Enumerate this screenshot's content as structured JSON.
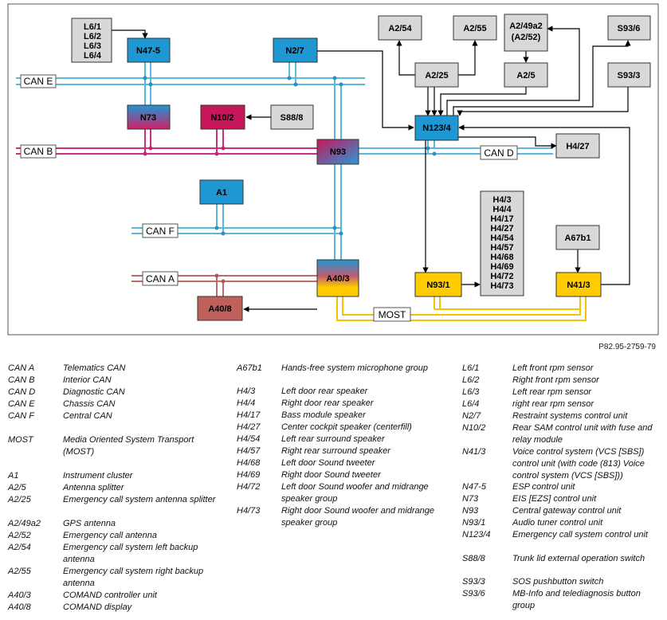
{
  "figure_ref": "P82.95-2759-79",
  "bus_labels": {
    "can_e": "CAN E",
    "can_b": "CAN B",
    "can_f": "CAN F",
    "can_a": "CAN A",
    "can_d": "CAN D",
    "most": "MOST"
  },
  "components": {
    "l6_group": [
      "L6/1",
      "L6/2",
      "L6/3",
      "L6/4"
    ],
    "n47_5": "N47-5",
    "n2_7": "N2/7",
    "a2_54": "A2/54",
    "a2_55": "A2/55",
    "a2_49a2": [
      "A2/49a2",
      "(A2/52)"
    ],
    "s93_6": "S93/6",
    "a2_25": "A2/25",
    "a2_5": "A2/5",
    "s93_3": "S93/3",
    "n73": "N73",
    "n10_2": "N10/2",
    "s88_8": "S88/8",
    "n123_4": "N123/4",
    "n93": "N93",
    "h4_27": "H4/27",
    "a1": "A1",
    "h4_group": [
      "H4/3",
      "H4/4",
      "H4/17",
      "H4/27",
      "H4/54",
      "H4/57",
      "H4/68",
      "H4/69",
      "H4/72",
      "H4/73"
    ],
    "a67b1": "A67b1",
    "a40_3": "A40/3",
    "a40_8": "A40/8",
    "n93_1": "N93/1",
    "n41_3": "N41/3"
  },
  "colors": {
    "can_e": "#5ab8d8",
    "can_b": "#cc2e7e",
    "can_f": "#5ab8d8",
    "can_a": "#c06a6a",
    "can_d": "#5ab8d8",
    "most": "#f0c400",
    "node_blue": "#1e97d2",
    "node_magenta": "#c8165a",
    "node_yellow": "#ffcc00",
    "node_red": "#c0605a",
    "node_gray": "#d8d8d8"
  },
  "legend": {
    "col1": [
      {
        "term": "CAN A",
        "desc": "Telematics CAN"
      },
      {
        "term": "CAN B",
        "desc": "Interior CAN"
      },
      {
        "term": "CAN D",
        "desc": "Diagnostic CAN"
      },
      {
        "term": "CAN E",
        "desc": "Chassis CAN"
      },
      {
        "term": "CAN F",
        "desc": "Central CAN"
      },
      {
        "term": "MOST",
        "desc": "Media Oriented System Transport (MOST)"
      },
      {
        "term": "A1",
        "desc": "Instrument cluster"
      },
      {
        "term": "A2/5",
        "desc": "Antenna splitter"
      },
      {
        "term": "A2/25",
        "desc": "Emergency call system antenna splitter"
      },
      {
        "term": "A2/49a2",
        "desc": "GPS antenna"
      },
      {
        "term": "A2/52",
        "desc": "Emergency call antenna"
      },
      {
        "term": "A2/54",
        "desc": "Emergency call system left backup antenna"
      },
      {
        "term": "A2/55",
        "desc": "Emergency call system right backup antenna"
      },
      {
        "term": "A40/3",
        "desc": "COMAND controller unit"
      },
      {
        "term": "A40/8",
        "desc": "COMAND display"
      }
    ],
    "col2": [
      {
        "term": "A67b1",
        "desc": "Hands-free system microphone group"
      },
      {
        "term": "H4/3",
        "desc": "Left door rear speaker"
      },
      {
        "term": "H4/4",
        "desc": "Right door rear speaker"
      },
      {
        "term": "H4/17",
        "desc": "Bass module speaker"
      },
      {
        "term": "H4/27",
        "desc": "Center cockpit speaker (centerfill)"
      },
      {
        "term": "H4/54",
        "desc": "Left rear surround speaker"
      },
      {
        "term": "H4/57",
        "desc": "Right rear surround speaker"
      },
      {
        "term": "H4/68",
        "desc": "Left door Sound tweeter"
      },
      {
        "term": "H4/69",
        "desc": "Right door Sound tweeter"
      },
      {
        "term": "H4/72",
        "desc": "Left door Sound woofer and midrange speaker group"
      },
      {
        "term": "H4/73",
        "desc": "Right door Sound woofer and midrange speaker group"
      }
    ],
    "col3": [
      {
        "term": "L6/1",
        "desc": "Left front rpm sensor"
      },
      {
        "term": "L6/2",
        "desc": "Right front rpm sensor"
      },
      {
        "term": "L6/3",
        "desc": "Left rear rpm sensor"
      },
      {
        "term": "L6/4",
        "desc": "right rear rpm sensor"
      },
      {
        "term": "N2/7",
        "desc": "Restraint systems control unit"
      },
      {
        "term": "N10/2",
        "desc": "Rear SAM control unit with fuse and relay module"
      },
      {
        "term": "N41/3",
        "desc": "Voice control system (VCS [SBS]) control unit (with code (813) Voice control system (VCS [SBS]))"
      },
      {
        "term": "N47-5",
        "desc": "ESP control unit"
      },
      {
        "term": "N73",
        "desc": "EIS [EZS] control unit"
      },
      {
        "term": "N93",
        "desc": "Central gateway control unit"
      },
      {
        "term": "N93/1",
        "desc": "Audio tuner control unit"
      },
      {
        "term": "N123/4",
        "desc": "Emergency call system control unit"
      },
      {
        "term": "S88/8",
        "desc": "Trunk lid external operation switch"
      },
      {
        "term": "S93/3",
        "desc": "SOS pushbutton switch"
      },
      {
        "term": "S93/6",
        "desc": "MB-Info and telediagnosis button group"
      }
    ]
  }
}
